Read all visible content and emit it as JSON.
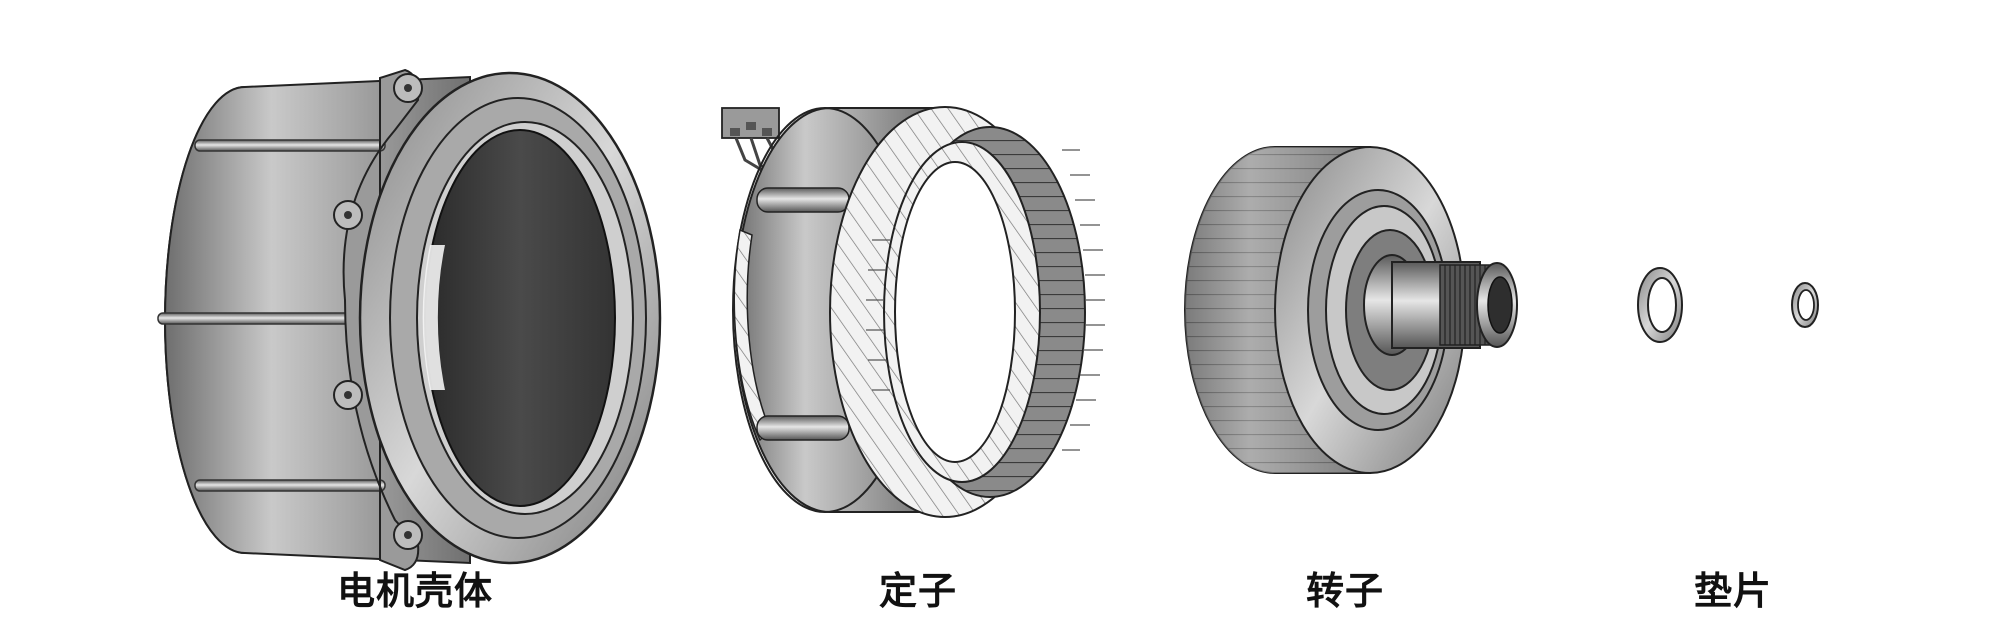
{
  "parts": [
    {
      "label": "电机壳体",
      "icon": "motor-housing-icon"
    },
    {
      "label": "定子",
      "icon": "stator-icon"
    },
    {
      "label": "转子",
      "icon": "rotor-icon"
    },
    {
      "label": "垫片",
      "icon": "washer-icon"
    }
  ]
}
